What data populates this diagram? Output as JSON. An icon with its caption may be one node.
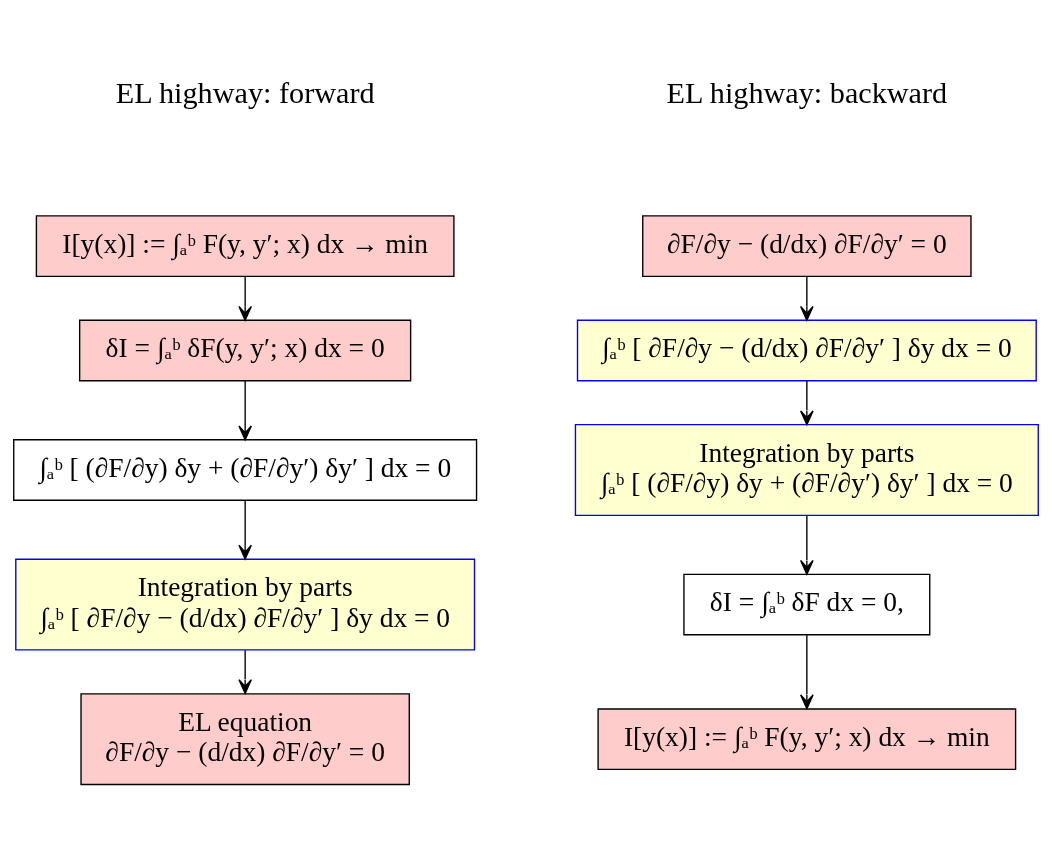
{
  "diagram": {
    "nodes": [
      {
        "text": [
          "I[y(x)] := ∫ₐᵇ F(y, y′; x) dx → min"
        ]
      },
      {
        "text": [
          "δI = ∫ₐᵇ δF(y, y′; x) dx = 0"
        ]
      },
      {
        "text": [
          "∫ₐᵇ [ (∂F/∂y) δy + (∂F/∂y′) δy′ ] dx = 0"
        ]
      },
      {
        "text": [
          "Integration by parts",
          "∫ₐᵇ [ ∂F/∂y − (d/dx) ∂F/∂y′ ] δy dx = 0"
        ]
      },
      {
        "text": [
          "EL equation",
          "∂F/∂y − (d/dx) ∂F/∂y′ = 0"
        ]
      },
      {
        "text": [
          "∂F/∂y − (d/dx) ∂F/∂y′ = 0"
        ]
      },
      {
        "text": [
          "∫ₐᵇ [ ∂F/∂y − (d/dx) ∂F/∂y′ ] δy dx = 0"
        ]
      },
      {
        "text": [
          "Integration by parts",
          "∫ₐᵇ [ (∂F/∂y) δy + (∂F/∂y′) δy′ ] dx = 0"
        ]
      },
      {
        "text": [
          "δI = ∫ₐᵇ δF dx = 0,"
        ]
      },
      {
        "text": [
          "I[y(x)] := ∫ₐᵇ F(y, y′; x) dx → min"
        ]
      }
    ],
    "edges": [
      {
        "from": 0,
        "to": 1,
        "arrow": "to"
      },
      {
        "from": 1,
        "to": 2,
        "arrow": "to"
      },
      {
        "from": 2,
        "to": 3,
        "arrow": "to"
      },
      {
        "from": 3,
        "to": 4,
        "arrow": "to"
      },
      {
        "from": 5,
        "to": 6,
        "arrow": "to"
      },
      {
        "from": 6,
        "to": 7,
        "arrow": "to"
      },
      {
        "from": 7,
        "to": 8,
        "arrow": "to"
      },
      {
        "from": 8,
        "to": 9,
        "arrow": "to"
      }
    ],
    "labels": [
      "EL highway: forward",
      "EL highway: backward"
    ]
  }
}
